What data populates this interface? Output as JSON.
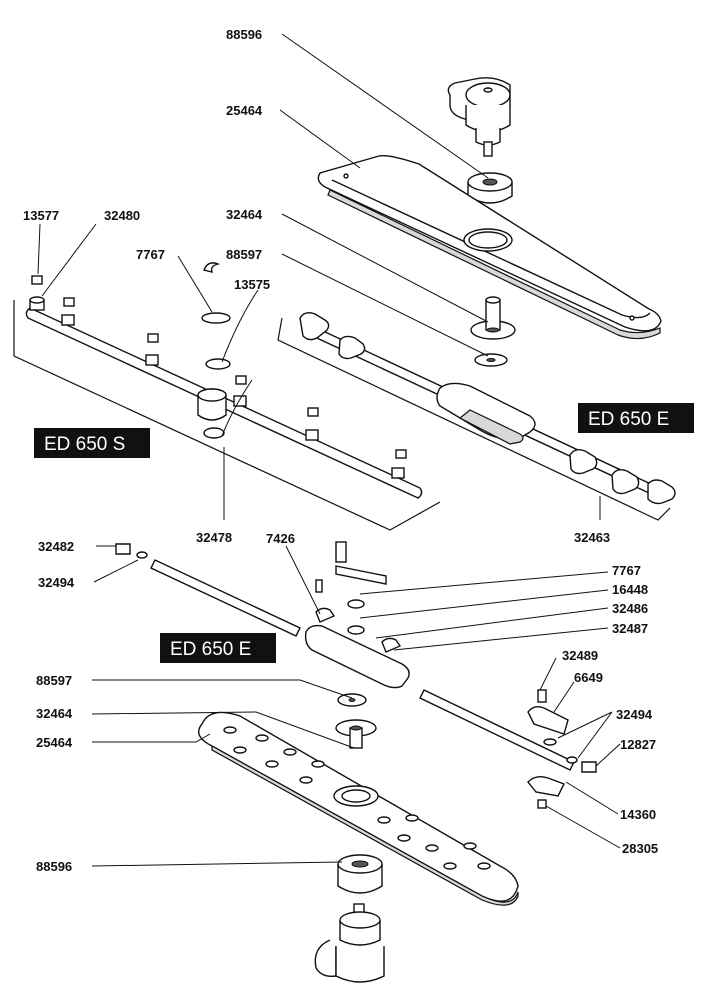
{
  "labels": {
    "l88596_top": "88596",
    "l25464_top": "25464",
    "l13577": "13577",
    "l32480": "32480",
    "l32464_mid": "32464",
    "l7767_left": "7767",
    "l88597_mid": "88597",
    "l13575": "13575",
    "l32478": "32478",
    "l32463": "32463",
    "l32482": "32482",
    "l32494_left": "32494",
    "l7426": "7426",
    "l7767_right": "7767",
    "l16448": "16448",
    "l32486": "32486",
    "l32487": "32487",
    "l32489": "32489",
    "l6649": "6649",
    "l32494_right": "32494",
    "l12827": "12827",
    "l14360": "14360",
    "l28305": "28305",
    "l88597_low": "88597",
    "l32464_low": "32464",
    "l25464_low": "25464",
    "l88596_low": "88596"
  },
  "tags": {
    "ed650e_top": "ED 650 E",
    "ed650s": "ED 650 S",
    "ed650e_mid": "ED 650 E"
  },
  "colors": {
    "tag_bg": "#111111",
    "line": "#111111"
  }
}
